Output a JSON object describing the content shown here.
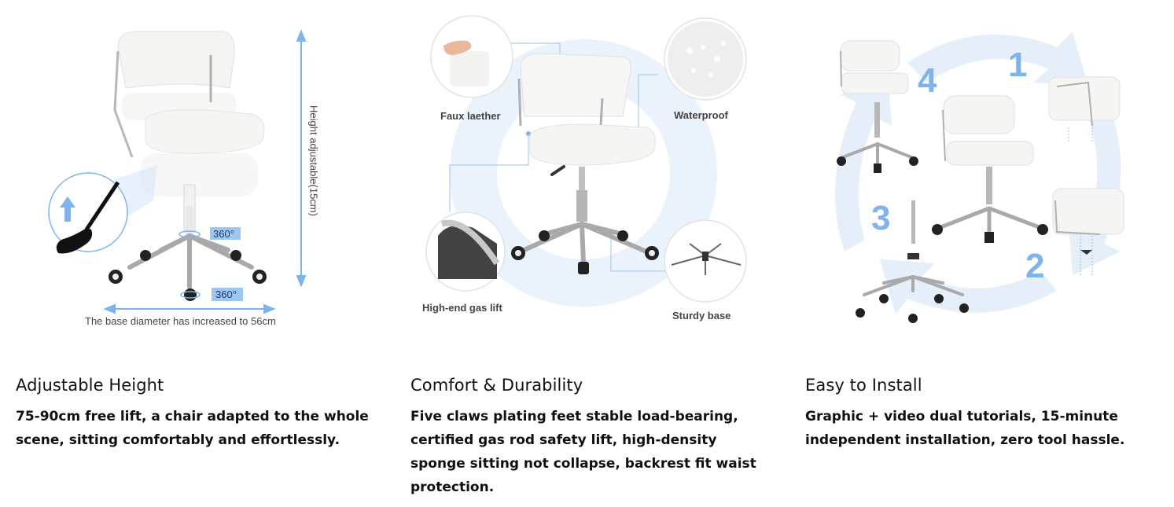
{
  "colors": {
    "accent_blue": "#7fb3ea",
    "accent_blue_light": "#e6f0fa",
    "text": "#0f1111",
    "label_grey": "#444444"
  },
  "modules": [
    {
      "title": "Adjustable Height",
      "body": "75-90cm free lift, a chair adapted to the whole scene, sitting comfortably and effortlessly.",
      "image": {
        "description": "white office chair with height-adjustment diagram",
        "height_label": "Height adjustable(15cm)",
        "rotation_label_top": "360°",
        "rotation_label_bottom": "360°",
        "base_label": "The base diameter has increased to 56cm",
        "icons": [
          "lever-zoom-icon",
          "up-arrow-icon",
          "height-arrow-icon",
          "width-arrow-icon"
        ]
      }
    },
    {
      "title": "Comfort & Durability",
      "body": "Five claws plating feet stable load-bearing, certified gas rod safety lift, high-density sponge sitting not collapse, backrest fit waist protection.",
      "image": {
        "description": "white office chair with four feature callouts",
        "callouts": [
          "Faux laether",
          "Waterproof",
          "High-end gas lift",
          "Sturdy base"
        ]
      }
    },
    {
      "title": "Easy to Install",
      "body": "Graphic + video dual tutorials, 15-minute independent installation, zero tool hassle.",
      "image": {
        "description": "four-step installation cycle diagram",
        "steps": [
          "1",
          "2",
          "3",
          "4"
        ]
      }
    }
  ]
}
